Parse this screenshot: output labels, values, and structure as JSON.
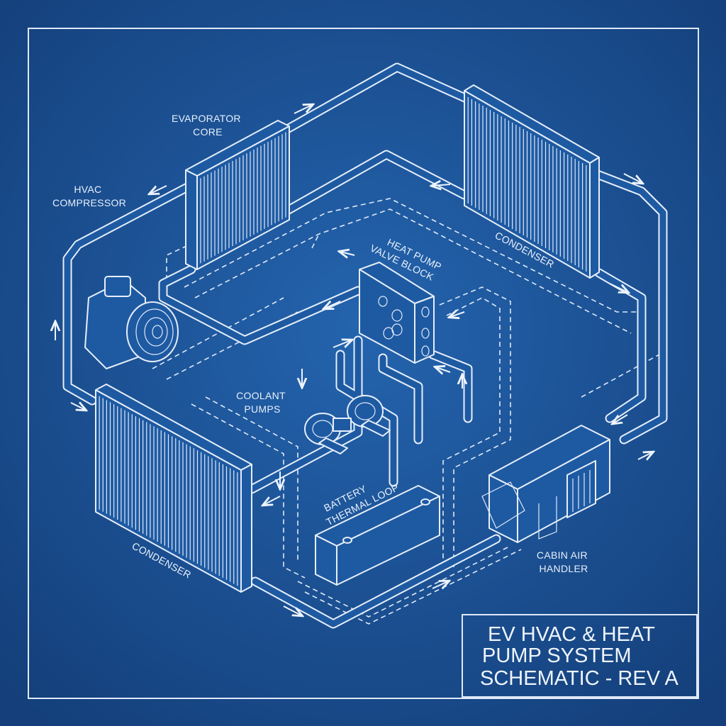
{
  "colors": {
    "background": "#1c559c",
    "line": "#e6eefa"
  },
  "labels": {
    "evaporator": [
      "EVAPORATOR",
      "CORE"
    ],
    "compressor": [
      "HVAC",
      "COMPRESSOR"
    ],
    "condenser_top": "CONDENSER",
    "condenser_bottom": "CONDENSER",
    "valve_block": [
      "HEAT PUMP",
      "VALVE BLOCK"
    ],
    "coolant_pumps": [
      "COOLANT",
      "PUMPS"
    ],
    "battery": [
      "BATTERY",
      "THERMAL LOOP"
    ],
    "cabin": [
      "CABIN AIR",
      "HANDLER"
    ]
  },
  "title_block": {
    "lines": [
      "EV HVAC & HEAT",
      "PUMP SYSTEM",
      "SCHEMATIC - REV A"
    ]
  }
}
